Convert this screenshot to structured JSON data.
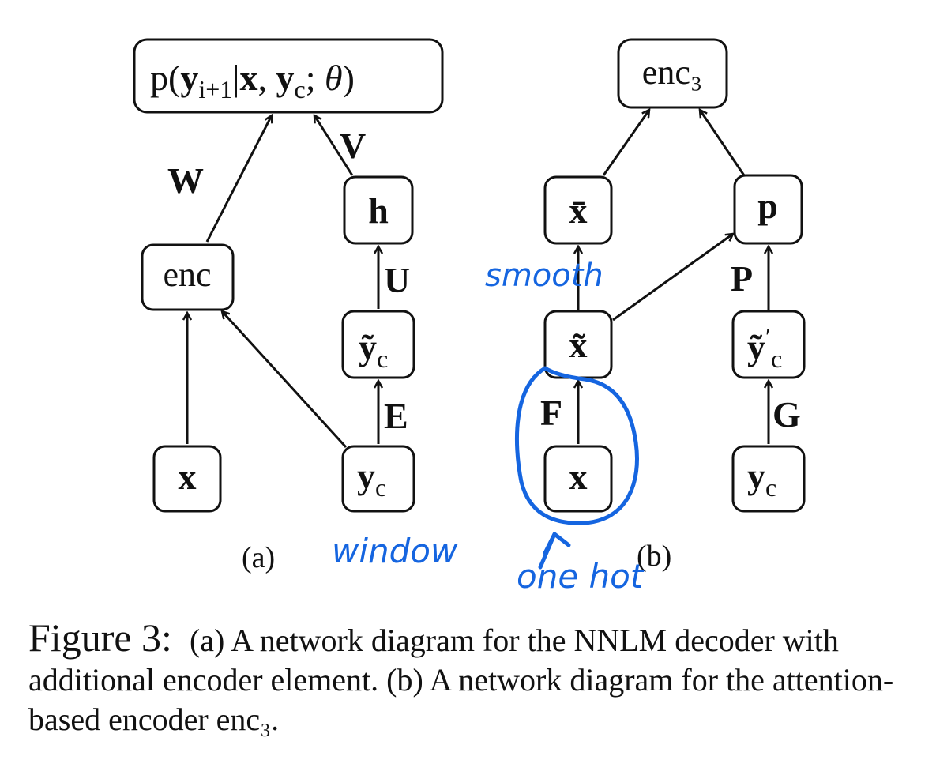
{
  "panel_a": {
    "label": "(a)",
    "nodes": {
      "output": "p(y_{i+1} | x, y_c; θ)",
      "enc": "enc",
      "h": "h",
      "yc_tilde": "ỹ_c",
      "x": "x",
      "yc": "y_c"
    },
    "weights": {
      "W": "W",
      "V": "V",
      "U": "U",
      "E": "E"
    }
  },
  "panel_b": {
    "label": "(b)",
    "nodes": {
      "enc3": "enc₃",
      "x_bar": "x̄",
      "p": "p",
      "x_tilde": "x̃",
      "yc_tilde_prime": "ỹ′_c",
      "x": "x",
      "yc": "y_c"
    },
    "weights": {
      "F": "F",
      "P": "P",
      "G": "G"
    }
  },
  "annotations": {
    "smooth": "smooth",
    "window": "window",
    "one_hot": "one hot"
  },
  "caption": {
    "label": "Figure 3:",
    "text": "(a) A network diagram for the NNLM decoder with additional encoder element. (b) A network diagram for the attention-based encoder enc₃."
  },
  "colors": {
    "ink": "#111111",
    "annotation": "#1565e0",
    "background": "#ffffff"
  }
}
